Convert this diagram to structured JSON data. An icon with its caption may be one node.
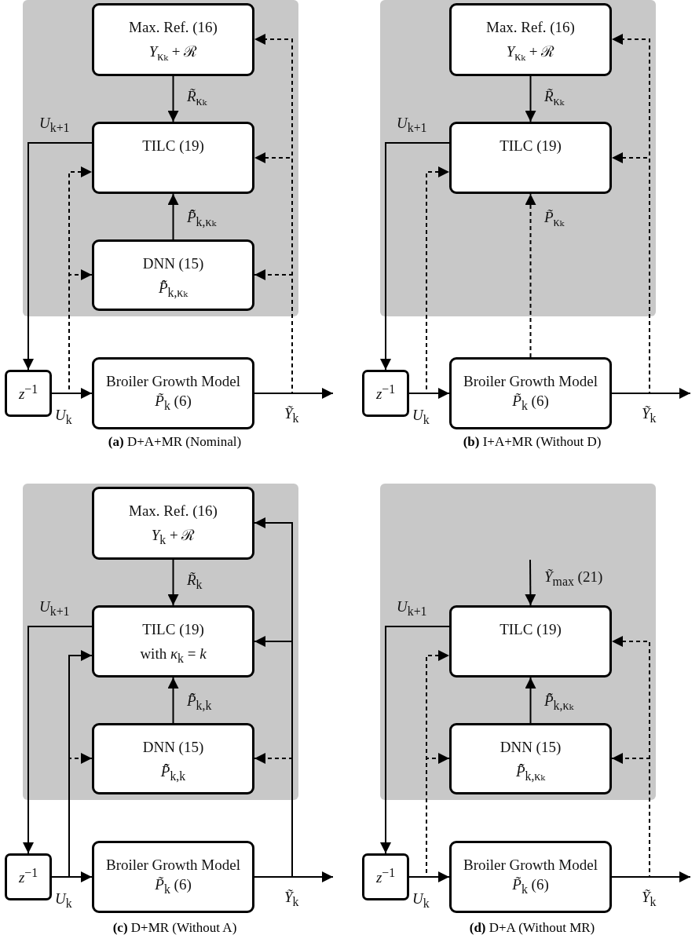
{
  "diagram": {
    "nodes": [
      {
        "text": [],
        "shape": "box"
      },
      {
        "text": [
          "Max. Ref. (16)",
          "*Y*$_{κₖ}$ + ℛ"
        ],
        "in": 0
      },
      {
        "text": [
          "TILC (19)"
        ],
        "in": 0
      },
      {
        "text": [
          "DNN (15)",
          "*P̃̂*$_{k,κₖ}$"
        ],
        "in": 0
      },
      {
        "text": [
          "*z*$^{−1}$"
        ]
      },
      {
        "text": [
          "Broiler Growth Model *P̃*$_{k}$ (6)"
        ]
      },
      {
        "text": [],
        "shape": "box"
      },
      {
        "text": [
          "Max. Ref. (16)",
          "*Y*$_{κₖ}$ + ℛ"
        ],
        "in": 6
      },
      {
        "text": [
          "TILC (19)"
        ],
        "in": 6
      },
      {
        "text": [
          "*z*$^{−1}$"
        ]
      },
      {
        "text": [
          "Broiler Growth Model *P̃*$_{k}$ (6)"
        ]
      },
      {
        "text": [],
        "shape": "box"
      },
      {
        "text": [
          "Max. Ref. (16)",
          "*Y*$_{k}$ + ℛ"
        ],
        "in": 11
      },
      {
        "text": [
          "TILC (19)",
          "with *κ*$_{k}$ = *k*"
        ],
        "in": 11
      },
      {
        "text": [
          "DNN (15)",
          "*P̃̂*$_{k,k}$"
        ],
        "in": 11
      },
      {
        "text": [
          "*z*$^{−1}$"
        ]
      },
      {
        "text": [
          "Broiler Growth Model *P̃*$_{k}$ (6)"
        ]
      },
      {
        "text": [],
        "shape": "box"
      },
      {
        "text": [
          "TILC (19)"
        ],
        "in": 17
      },
      {
        "text": [
          "DNN (15)",
          "*P̃̂*$_{k,κₖ}$"
        ],
        "in": 17
      },
      {
        "text": [
          "*z*$^{−1}$"
        ]
      },
      {
        "text": [
          "Broiler Growth Model *P̃*$_{k}$ (6)"
        ]
      }
    ],
    "edges": [
      {
        "from": 1,
        "to": 2,
        "arrow": "to",
        "label": "*R̃*$_{κₖ}$"
      },
      {
        "from": 3,
        "to": 2,
        "arrow": "to",
        "label": "*P̃̂*$_{k,κₖ}$"
      },
      {
        "from": 2,
        "to": 4,
        "arrow": "to",
        "label": "*U*$_{k+1}$"
      },
      {
        "from": 4,
        "to": 5,
        "arrow": "to",
        "label": "*U*$_{k}$"
      },
      {
        "from": 5,
        "to": null,
        "arrow": "to",
        "label": "*Ỹ*$_{k}$"
      },
      {
        "from": 4,
        "to": 2,
        "arrow": "to",
        "style": "dashed"
      },
      {
        "from": 4,
        "to": 3,
        "arrow": "to",
        "style": "dashed"
      },
      {
        "from": 5,
        "to": 1,
        "arrow": "to",
        "style": "dashed"
      },
      {
        "from": 5,
        "to": 2,
        "arrow": "to",
        "style": "dashed"
      },
      {
        "from": 5,
        "to": 3,
        "arrow": "to",
        "style": "dashed"
      },
      {
        "from": 7,
        "to": 8,
        "arrow": "to",
        "label": "*R̃*$_{κₖ}$"
      },
      {
        "from": 10,
        "to": 8,
        "arrow": "to",
        "style": "dashed",
        "label": "*P̃*$_{κₖ}$"
      },
      {
        "from": 8,
        "to": 9,
        "arrow": "to",
        "label": "*U*$_{k+1}$"
      },
      {
        "from": 9,
        "to": 10,
        "arrow": "to",
        "label": "*U*$_{k}$"
      },
      {
        "from": 10,
        "to": null,
        "arrow": "to",
        "label": "*Ỹ*$_{k}$"
      },
      {
        "from": 9,
        "to": 8,
        "arrow": "to",
        "style": "dashed"
      },
      {
        "from": 10,
        "to": 7,
        "arrow": "to",
        "style": "dashed"
      },
      {
        "from": 10,
        "to": 8,
        "arrow": "to",
        "style": "dashed"
      },
      {
        "from": 12,
        "to": 13,
        "arrow": "to",
        "label": "*R̃*$_{k}$"
      },
      {
        "from": 14,
        "to": 13,
        "arrow": "to",
        "label": "*P̃̂*$_{k,k}$"
      },
      {
        "from": 13,
        "to": 15,
        "arrow": "to",
        "label": "*U*$_{k+1}$"
      },
      {
        "from": 15,
        "to": 16,
        "arrow": "to",
        "label": "*U*$_{k}$"
      },
      {
        "from": 16,
        "to": null,
        "arrow": "to",
        "label": "*Ỹ*$_{k}$"
      },
      {
        "from": 15,
        "to": 13,
        "arrow": "to"
      },
      {
        "from": 15,
        "to": 14,
        "arrow": "to",
        "style": "dashed"
      },
      {
        "from": 16,
        "to": 12,
        "arrow": "to"
      },
      {
        "from": 16,
        "to": 13,
        "arrow": "to"
      },
      {
        "from": 16,
        "to": 14,
        "arrow": "to",
        "style": "dashed"
      },
      {
        "from": null,
        "to": 18,
        "arrow": "to",
        "label": "*Ỹ*$_{max}$ (21)"
      },
      {
        "from": 19,
        "to": 18,
        "arrow": "to",
        "label": "*P̃̂*$_{k,κₖ}$"
      },
      {
        "from": 18,
        "to": 20,
        "arrow": "to",
        "label": "*U*$_{k+1}$"
      },
      {
        "from": 20,
        "to": 21,
        "arrow": "to",
        "label": "*U*$_{k}$"
      },
      {
        "from": 21,
        "to": null,
        "arrow": "to",
        "label": "*Ỹ*$_{k}$"
      },
      {
        "from": 20,
        "to": 18,
        "arrow": "to",
        "style": "dashed"
      },
      {
        "from": 20,
        "to": 19,
        "arrow": "to",
        "style": "dashed"
      },
      {
        "from": 21,
        "to": 18,
        "arrow": "to",
        "style": "dashed"
      },
      {
        "from": 21,
        "to": 19,
        "arrow": "to",
        "style": "dashed"
      }
    ],
    "labels": [
      "**(a)** D+A+MR (Nominal)",
      "**(b)** I+A+MR (Without D)",
      "**(c)** D+MR (Without A)",
      "**(d)** D+A (Without MR)"
    ]
  }
}
